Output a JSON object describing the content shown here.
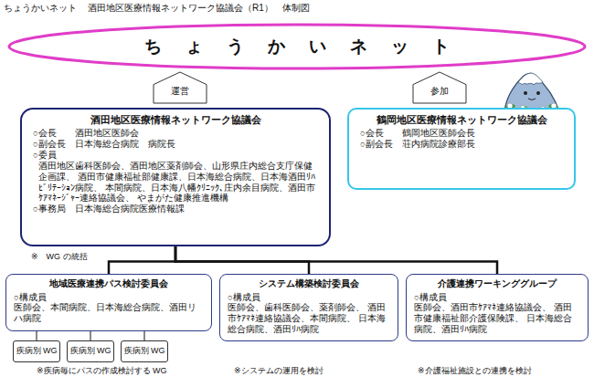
{
  "diagram": {
    "title": "酒田地区医療情報ネットワーク協議会（R1）　体制図",
    "nodes": [
      {
        "text": [
          "ちょうかいネット"
        ]
      },
      {
        "text": [
          "運営"
        ]
      },
      {
        "text": [
          "参加"
        ]
      },
      {
        "text": [
          "酒田地区医療情報ネットワーク協議会",
          "○会長　　酒田地区医師会",
          "○副会長　日本海総合病院　病院長",
          "○委員",
          "酒田地区歯科医師会、酒田地区薬剤師会、山形県庄内総合支庁保健企画課、 酒田市健康福祉部健康課、日本海総合病院、日本海酒田ﾘﾊﾋﾞﾘﾃｰｼｮﾝ病院、 本間病院、日本海八幡ｸﾘﾆｯｸ、庄内余目病院、酒田市ｹｱﾏﾈｰｼﾞｬｰ連絡協議会、 やまがた健康推進機構",
          "○事務局　日本海総合病院医療情報課"
        ]
      },
      {
        "text": [
          "鶴岡地区医療情報ネットワーク協議会",
          "○会長　　鶴岡地区医師会長",
          "○副会長　荘内病院診療部長"
        ]
      },
      {
        "text": [
          "地域医療連携パス検討委員会",
          "○構成員",
          "医師会、本間病院、日本海総合病院、酒田リハ病院"
        ]
      },
      {
        "text": [
          "疾病別 WG"
        ]
      },
      {
        "text": [
          "疾病別 WG"
        ]
      },
      {
        "text": [
          "疾病別 WG"
        ]
      },
      {
        "text": [
          "システム構築検討委員会",
          "○構成員",
          "医師会、歯科医師会、薬剤師会、 酒田市ｹｱﾏﾈ連絡協議会、本間病院、 日本海総合病院、酒田ﾘﾊ病院"
        ]
      },
      {
        "text": [
          "介護連携ワーキンググループ",
          "○構成員",
          "医師会、酒田市ｹｱﾏﾈ連絡協議会、 酒田市健康福祉部介護保険課、 日本海総合病院、酒田ﾘﾊ病院"
        ]
      }
    ],
    "edges": [
      {
        "from": 3,
        "to": 5,
        "arrow": "none"
      },
      {
        "from": 3,
        "to": 9,
        "arrow": "none"
      },
      {
        "from": 3,
        "to": 10,
        "arrow": "none"
      },
      {
        "from": 5,
        "to": 6,
        "arrow": "none"
      },
      {
        "from": 5,
        "to": 7,
        "arrow": "none"
      },
      {
        "from": 5,
        "to": 8,
        "arrow": "none"
      }
    ],
    "labels": [
      "ちょうかいネット",
      "※　WG の統括",
      "※疾病毎にパスの作成検討する WG",
      "※システムの運用を検討",
      "※介護福祉施設との連携を検討"
    ]
  }
}
